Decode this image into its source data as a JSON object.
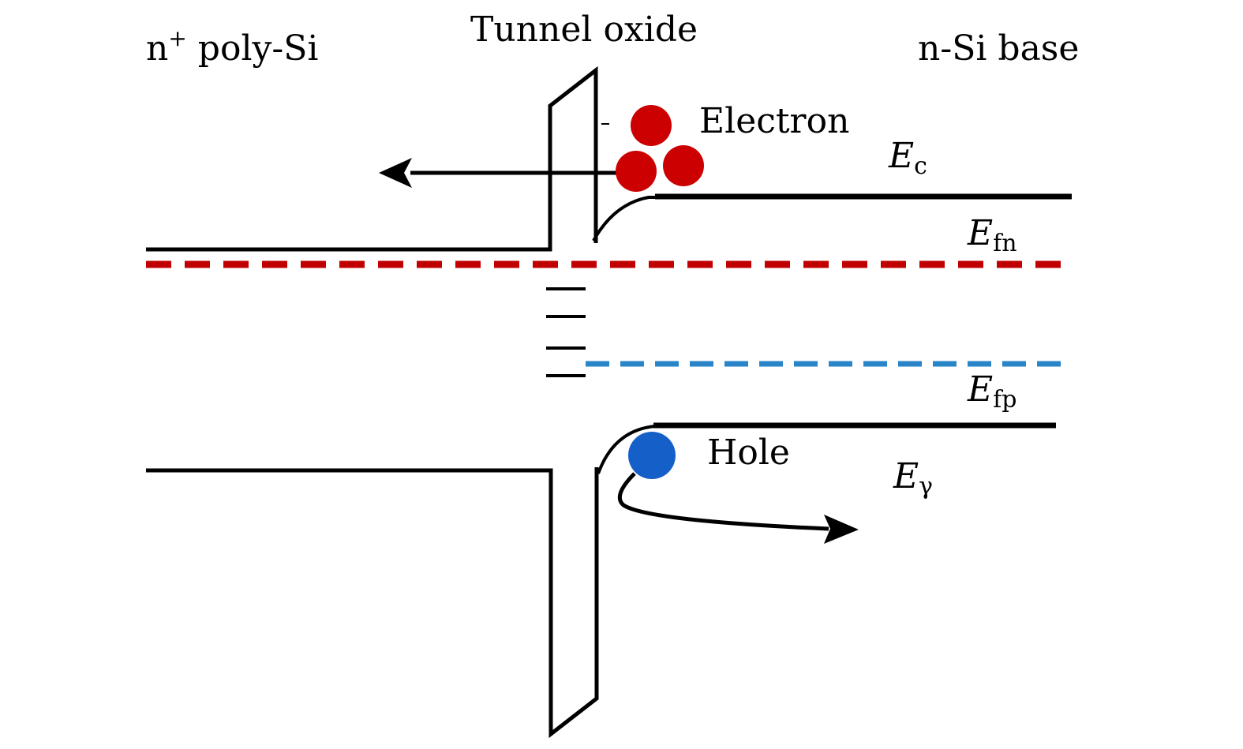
{
  "labels": {
    "left_region": "n",
    "left_region_sup": "+",
    "left_region_rest": " poly-Si",
    "oxide": "Tunnel oxide",
    "right_region": "n-Si base",
    "electron": "Electron",
    "hole": "Hole",
    "ec_main": "E",
    "ec_sub": "c",
    "efn_main": "E",
    "efn_sub": "fn",
    "efp_main": "E",
    "efp_sub": "fp",
    "ev_main": "E",
    "ev_sub": "γ"
  },
  "colors": {
    "band": "#000000",
    "efn_dash": "#c00000",
    "efp_dash": "#2a84c8",
    "electron": "#cc0000",
    "hole": "#1560c8"
  }
}
